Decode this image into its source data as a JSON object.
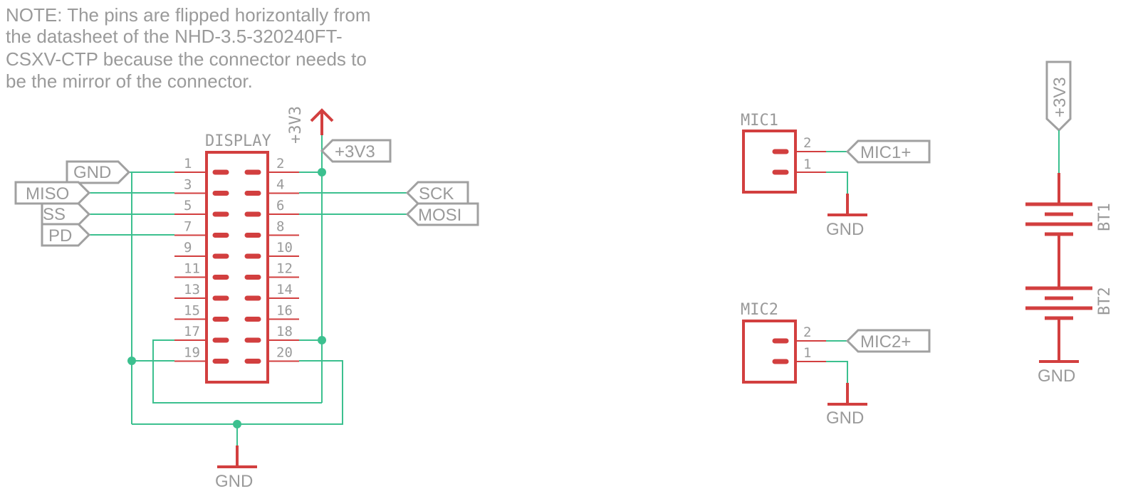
{
  "note": {
    "lines": [
      "NOTE: The pins are flipped horizontally from",
      "the datasheet of the NHD-3.5-320240FT-",
      "CSXV-CTP because the connector needs to",
      "be the mirror of the connector."
    ]
  },
  "display": {
    "ref": "DISPLAY",
    "left_pins": [
      "1",
      "3",
      "5",
      "7",
      "9",
      "11",
      "13",
      "15",
      "17",
      "19"
    ],
    "right_pins": [
      "2",
      "4",
      "6",
      "8",
      "10",
      "12",
      "14",
      "16",
      "18",
      "20"
    ]
  },
  "nets": {
    "gnd": "GND",
    "miso": "MISO",
    "ss": "SS",
    "pd": "PD",
    "sck": "SCK",
    "mosi": "MOSI",
    "v33": "+3V3",
    "mic1p": "MIC1+",
    "mic2p": "MIC2+"
  },
  "mic1": {
    "ref": "MIC1",
    "pin_top": "2",
    "pin_bottom": "1"
  },
  "mic2": {
    "ref": "MIC2",
    "pin_top": "2",
    "pin_bottom": "1"
  },
  "batteries": {
    "bt1": "BT1",
    "bt2": "BT2"
  },
  "colors": {
    "wire": "#3cc08f",
    "component": "#d23f3f",
    "label": "#9a9a9a"
  }
}
